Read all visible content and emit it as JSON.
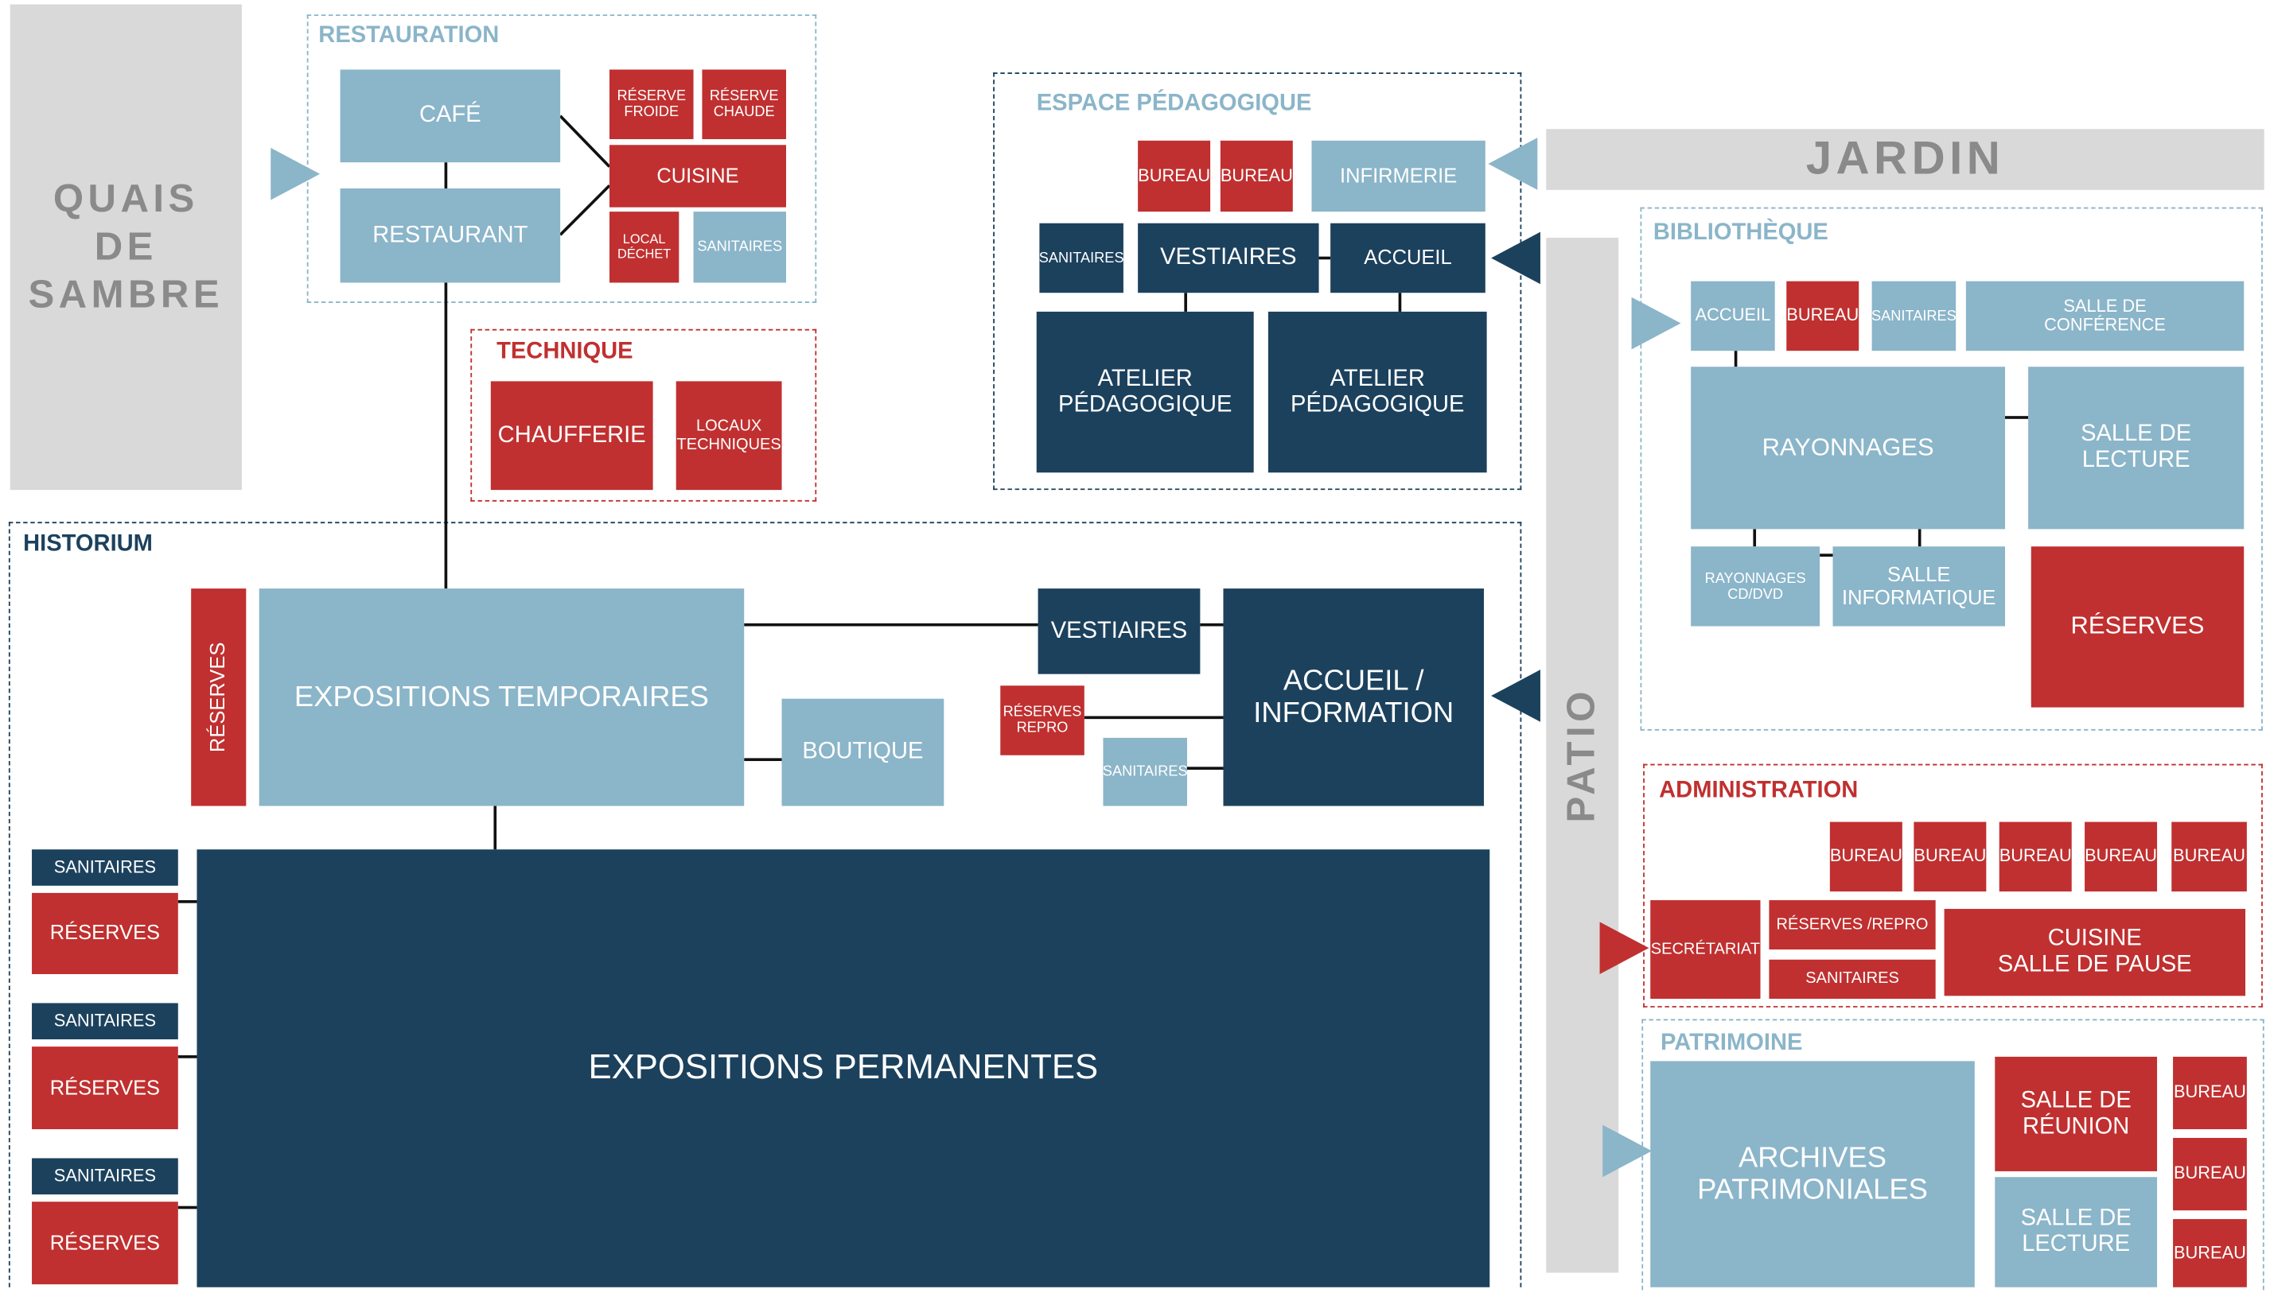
{
  "colors": {
    "light": "#8bb5c9",
    "dark": "#1c415d",
    "red": "#c03030",
    "grey": "#d9d9d9"
  },
  "quais": "QUAIS\nDE\nSAMBRE",
  "jardin": "JARDIN",
  "patio": "PATIO",
  "restauration": {
    "title": "RESTAURATION",
    "cafe": "CAFÉ",
    "restaurant": "RESTAURANT",
    "reserve_froide": "RÉSERVE\nFROIDE",
    "reserve_chaude": "RÉSERVE\nCHAUDE",
    "cuisine": "CUISINE",
    "local_dechet": "LOCAL\nDÉCHET",
    "sanitaires": "SANITAIRES"
  },
  "technique": {
    "title": "TECHNIQUE",
    "chaufferie": "CHAUFFERIE",
    "locaux": "LOCAUX\nTECHNIQUES"
  },
  "pedagogique": {
    "title": "ESPACE PÉDAGOGIQUE",
    "bureau1": "BUREAU",
    "bureau2": "BUREAU",
    "infirmerie": "INFIRMERIE",
    "sanitaires": "SANITAIRES",
    "vestiaires": "VESTIAIRES",
    "accueil": "ACCUEIL",
    "atelier1": "ATELIER\nPÉDAGOGIQUE",
    "atelier2": "ATELIER\nPÉDAGOGIQUE"
  },
  "historium": {
    "title": "HISTORIUM",
    "reserves_vert": "RÉSERVES",
    "expo_temp": "EXPOSITIONS TEMPORAIRES",
    "vestiaires": "VESTIAIRES",
    "accueil": "ACCUEIL /\nINFORMATION",
    "reserves_repro": "RÉSERVES\nREPRO",
    "boutique": "BOUTIQUE",
    "sanitaires_small": "SANITAIRES",
    "expo_perm": "EXPOSITIONS PERMANENTES",
    "san1": "SANITAIRES",
    "res1": "RÉSERVES",
    "san2": "SANITAIRES",
    "res2": "RÉSERVES",
    "san3": "SANITAIRES",
    "res3": "RÉSERVES"
  },
  "bibliotheque": {
    "title": "BIBLIOTHÈQUE",
    "accueil": "ACCUEIL",
    "bureau": "BUREAU",
    "sanitaires": "SANITAIRES",
    "conference": "SALLE DE\nCONFÉRENCE",
    "rayonnages": "RAYONNAGES",
    "lecture": "SALLE DE\nLECTURE",
    "cd": "RAYONNAGES\nCD/DVD",
    "informatique": "SALLE\nINFORMATIQUE",
    "reserves": "RÉSERVES"
  },
  "administration": {
    "title": "ADMINISTRATION",
    "bureau1": "BUREAU",
    "bureau2": "BUREAU",
    "bureau3": "BUREAU",
    "bureau4": "BUREAU",
    "bureau5": "BUREAU",
    "secretariat": "SECRÉTARIAT",
    "reserves": "RÉSERVES /REPRO",
    "sanitaires": "SANITAIRES",
    "cuisine": "CUISINE\nSALLE DE PAUSE"
  },
  "patrimoine": {
    "title": "PATRIMOINE",
    "archives": "ARCHIVES\nPATRIMONIALES",
    "reunion": "SALLE DE\nRÉUNION",
    "lecture": "SALLE DE\nLECTURE",
    "bureau1": "BUREAU",
    "bureau2": "BUREAU",
    "bureau3": "BUREAU"
  }
}
